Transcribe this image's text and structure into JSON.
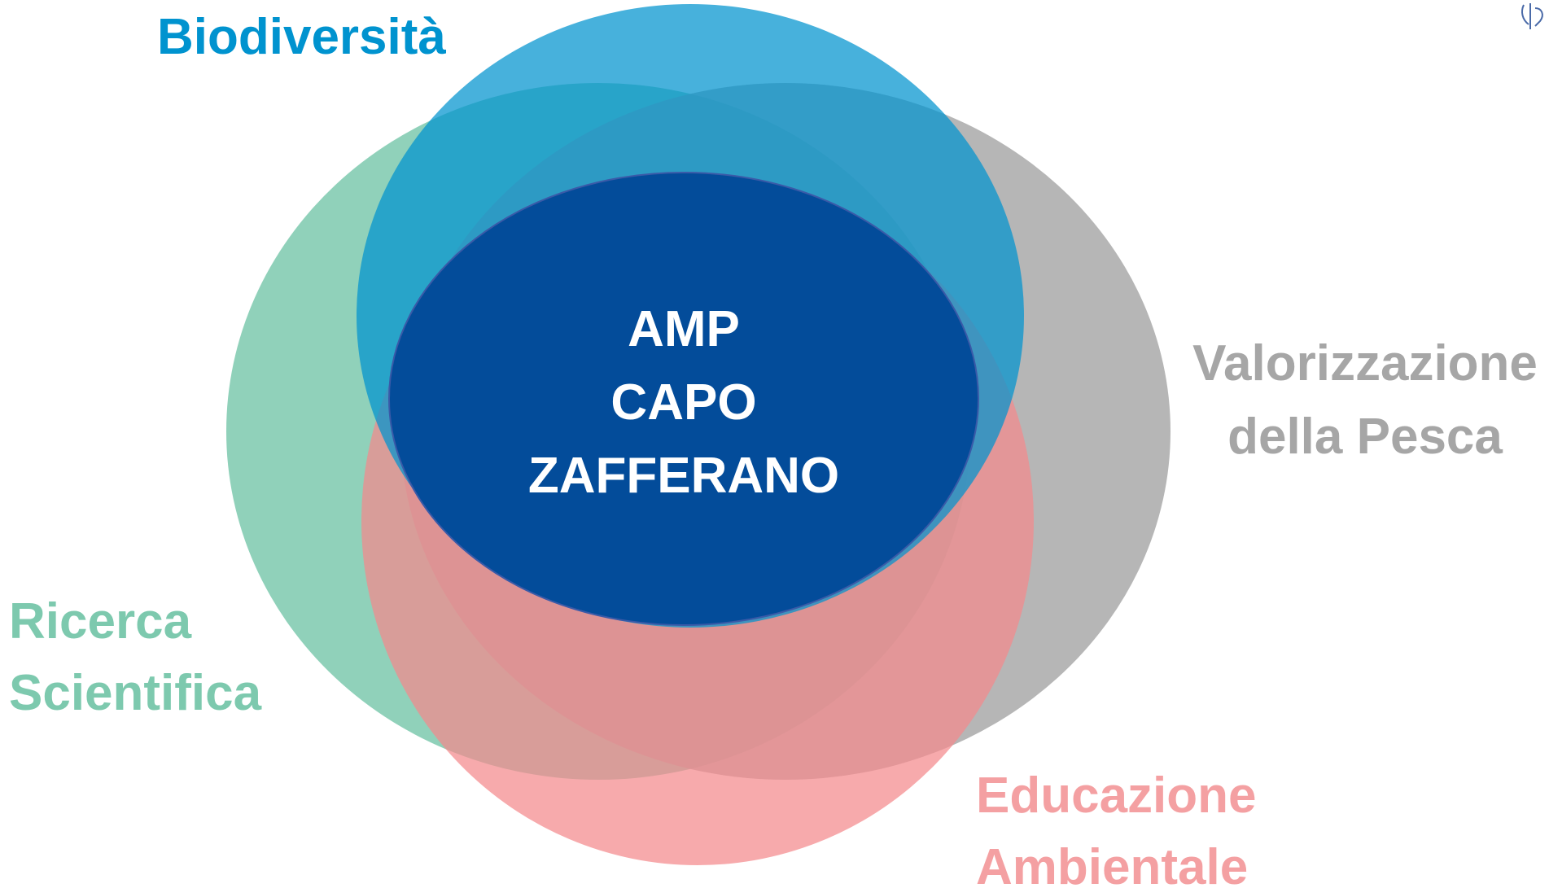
{
  "diagram": {
    "center": {
      "lines": [
        "AMP",
        "CAPO",
        "ZAFFERANO"
      ],
      "color": "#034C9A"
    },
    "circles": [
      {
        "label_lines": [
          "Ricerca",
          "Scientifica"
        ],
        "color": "#7DC9AE",
        "label_color": "#7DC9AE"
      },
      {
        "label_lines": [
          "Valorizzazione",
          "della Pesca"
        ],
        "color": "#A6A6A6",
        "label_color": "#A6A6A6"
      },
      {
        "label_lines": [
          "Educazione",
          "Ambientale"
        ],
        "color": "#F4898C",
        "label_color": "#F4A0A2"
      },
      {
        "label_lines": [
          "Biodiversità"
        ],
        "color": "#0093CF",
        "label_color": "#0093CF"
      }
    ],
    "corner_icon": "decorative-logo-icon"
  }
}
